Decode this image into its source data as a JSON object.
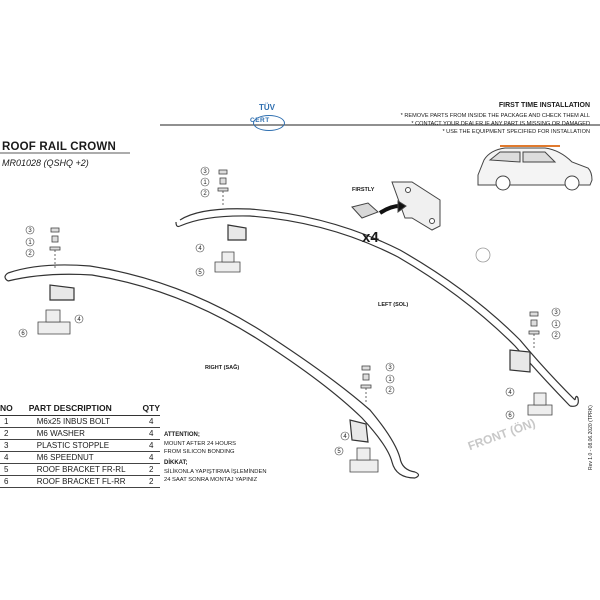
{
  "header": {
    "logo_text": "TÜV",
    "logo_sub": "CERT",
    "first_time_title": "FIRST TIME INSTALLATION",
    "instructions": [
      "* REMOVE PARTS FROM INSIDE THE PACKAGE AND CHECK THEM ALL",
      "* CONTACT YOUR DEALER IF ANY PART IS MISSING OR DAMAGED",
      "* USE THE EQUIPMENT SPECIFIED FOR INSTALLATION"
    ]
  },
  "product": {
    "title": "ROOF RAIL CROWN",
    "code": "MR01028 (QSHQ +2)"
  },
  "labels": {
    "firstly": "FIRSTLY",
    "multiplier": "x4",
    "left": "LEFT (SOL)",
    "right": "RIGHT (SAĞ)",
    "front": "FRONT (ÖN)",
    "revision": "Rev 1.0 - 08.06.2020 (TPRK)"
  },
  "callouts": {
    "n1": "1",
    "n2": "2",
    "n3": "3",
    "n4": "4",
    "n5": "5",
    "n6": "6"
  },
  "parts_table": {
    "headers": {
      "no": "NO",
      "desc": "PART DESCRIPTION",
      "qty": "QTY"
    },
    "rows": [
      {
        "no": "1",
        "desc": "M6x25 INBUS BOLT",
        "qty": "4"
      },
      {
        "no": "2",
        "desc": "M6 WASHER",
        "qty": "4"
      },
      {
        "no": "3",
        "desc": "PLASTIC STOPPLE",
        "qty": "4"
      },
      {
        "no": "4",
        "desc": "M6 SPEEDNUT",
        "qty": "4"
      },
      {
        "no": "5",
        "desc": "ROOF BRACKET FR-RL",
        "qty": "2"
      },
      {
        "no": "6",
        "desc": "ROOF BRACKET FL-RR",
        "qty": "2"
      }
    ]
  },
  "attention": {
    "title": "ATTENTION;",
    "line1": "MOUNT AFTER 24 HOURS",
    "line2": "FROM SILICON BONDING",
    "title_tr": "DİKKAT;",
    "line1_tr": "SİLİKONLA YAPIŞTIRMA İŞLEMİNDEN",
    "line2_tr": "24 SAAT SONRA MONTAJ YAPINIZ"
  }
}
